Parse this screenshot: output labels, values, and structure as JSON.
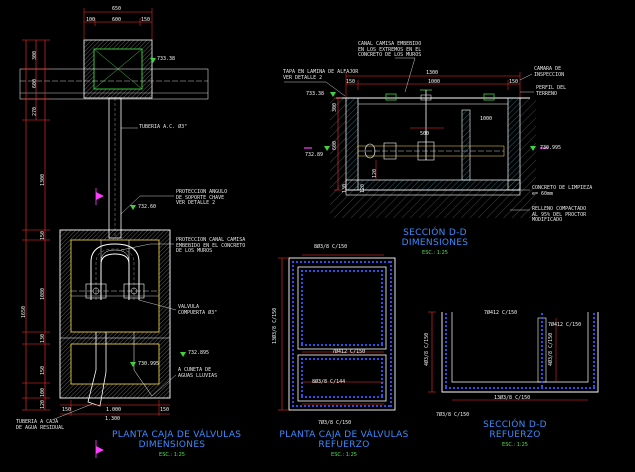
{
  "colors": {
    "background": "#000000",
    "dimension": "#ff3030",
    "outline": "#ffffff",
    "inner": "#ffe14a",
    "pipe": "#ffffff",
    "rebar": "#2f5bff",
    "hatch": "#2e8b9b",
    "green": "#3fd43f",
    "magenta": "#ff3cff",
    "title": "#3a8cff",
    "scale": "#4fe04f"
  },
  "plan_dimensions": {
    "top_dims": [
      "650",
      "100",
      "600",
      "150"
    ],
    "left_dims": [
      "300",
      "600",
      "270",
      "1300",
      "150",
      "1080",
      "130",
      "1650",
      "150",
      "100",
      "120"
    ],
    "bottom_dims": [
      "1.300",
      "150",
      "1.000",
      "150"
    ],
    "elevations": [
      "733.38",
      "732.60",
      "732.895",
      "730.995"
    ],
    "labels": {
      "tuberia": "TUBERIA A.C. Ø3\"",
      "proteccion": "PROTECCION ANGULO\nDE SOPORTE CHAVE\nVER DETALLE 2",
      "proteccion_canal": "PROTECCION CANAL CAMISA\nEMBEBIDO EN EL CONCRETO\nDE LOS MUROS",
      "valvula": "VALVULA\nCOMPUERTA Ø3\"",
      "cuneta": "A CUNETA DE\nAGUAS LLUVIAS",
      "tuberia_caja": "TUBERIA A CAJA\nDE AGUA RESIDUAL"
    },
    "title": "PLANTA CAJA DE VÁLVULAS",
    "subtitle": "DIMENSIONES",
    "scale": "ESC.: 1:25"
  },
  "plan_refuerzo": {
    "rebars": [
      "8Ø3/8 C/150",
      "13Ø3/8 C/150",
      "7Ø412 C/150",
      "8Ø3/8 C/144",
      "7Ø3/8 C/150"
    ],
    "title": "PLANTA CAJA DE VÁLVULAS",
    "subtitle": "REFUERZO",
    "scale": "ESC.: 1:25"
  },
  "section_dims": {
    "labels": {
      "canal": "CANAL CAMISA EMBEBIDO\nEN LOS EXTREMOS EN EL\nCONCRETO DE LOS MUROS",
      "tapa": "TAPA EN LAMINA DE ALFAJOR\nVER DETALLE 2",
      "camara": "CAMARA DE\nINSPECCION",
      "perfil": "PERFIL DEL\nTERRENO",
      "concreto": "CONCRETO DE LIMPIEZA\ne= 60mm",
      "relleno": "RELLENO COMPACTADO\nAL 95% DEL PROCTOR\nMODIFICADO"
    },
    "dims": [
      "1300",
      "150",
      "1000",
      "150",
      "300",
      "600",
      "120",
      "1000",
      "500",
      "130",
      "120"
    ],
    "elevations": [
      "733.38",
      "732.89",
      "730.995"
    ],
    "title": "SECCIÓN D-D",
    "subtitle": "DIMENSIONES",
    "scale": "ESC.: 1:25"
  },
  "section_refuerzo": {
    "rebars": [
      "7Ø412 C/150",
      "7Ø412 C/150",
      "4Ø3/8 C/150",
      "4Ø3/8 C/150",
      "13Ø3/8 C/150",
      "7Ø3/8 C/150"
    ],
    "title": "SECCIÓN D-D",
    "subtitle": "REFUERZO",
    "scale": "ESC.: 1:25"
  }
}
